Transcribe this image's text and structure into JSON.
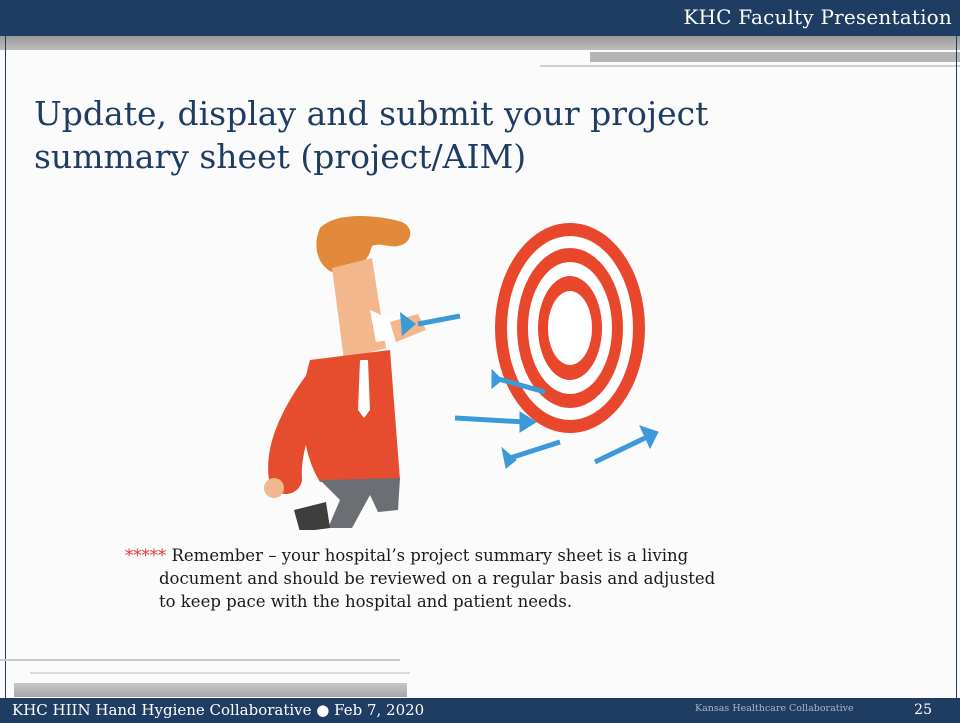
{
  "header": {
    "title": "KHC Faculty Presentation"
  },
  "slide": {
    "title_line1": "Update, display and submit your project",
    "title_line2": "summary sheet (project/AIM)",
    "illustration_icon": "dart-thrower-target-icon",
    "note": {
      "stars": "*****",
      "line1": " Remember – your hospital’s project summary sheet is a living",
      "line2": "document and should be reviewed on a regular basis and adjusted",
      "line3": "to keep pace with the hospital and patient needs."
    }
  },
  "footer": {
    "left": "KHC HIIN Hand Hygiene Collaborative ● Feb 7, 2020",
    "middle": "Kansas Healthcare Collaborative",
    "page_number": "25"
  },
  "colors": {
    "navy": "#1f3d63",
    "target_red": "#e8472b",
    "dart_blue": "#3d9ad8",
    "shirt_red": "#e64c2e",
    "hair_orange": "#e08a3a",
    "stars_red": "#e53935"
  }
}
